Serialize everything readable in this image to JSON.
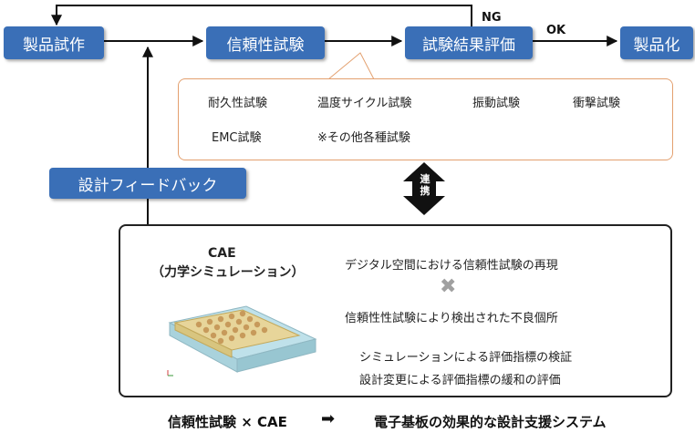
{
  "flow": {
    "prototype": "製品試作",
    "reliability_test": "信頼性試験",
    "evaluation": "試験結果評価",
    "productization": "製品化",
    "ng_label": "NG",
    "ok_label": "OK"
  },
  "tests": {
    "items": [
      "耐久性試験",
      "温度サイクル試験",
      "振動試験",
      "衝撃試験",
      "EMC試験",
      "※その他各種試験"
    ]
  },
  "feedback": {
    "label": "設計フィードバック"
  },
  "link": {
    "label_line1": "連",
    "label_line2": "携"
  },
  "cae": {
    "title": "CAE",
    "subtitle": "（力学シミュレーション）",
    "line1": "デジタル空間における信頼性試験の再現",
    "cross_mark": "✖",
    "line2": "信頼性性試験により検出された不良個所",
    "line3": "シミュレーションによる評価指標の検証",
    "line4": "設計変更による評価指標の緩和の評価"
  },
  "bottom": {
    "left": "信頼性試験 × CAE",
    "arrow": "➡",
    "right": "電子基板の効果的な設計支援システム"
  },
  "colors": {
    "box_blue": "#3a6fb7",
    "panel_border": "#e3a06f"
  }
}
